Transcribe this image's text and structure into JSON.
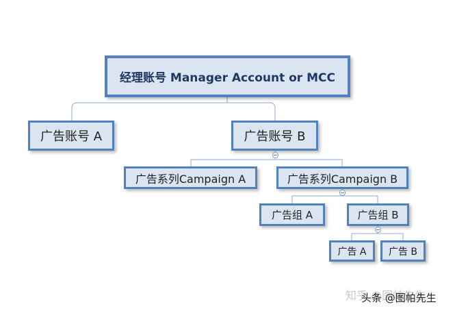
{
  "diagram": {
    "root": {
      "label": "经理账号 Manager Account or MCC"
    },
    "accounts": [
      {
        "label": "广告账号  A"
      },
      {
        "label": "广告账号  B"
      }
    ],
    "campaigns": [
      {
        "label": "广告系列Campaign A"
      },
      {
        "label": "广告系列Campaign B"
      }
    ],
    "ad_groups": [
      {
        "label": "广告组  A"
      },
      {
        "label": "广告组  B"
      }
    ],
    "ads": [
      {
        "label": "广告 A"
      },
      {
        "label": "广告 B"
      }
    ]
  },
  "watermark": {
    "text": "知乎 @图帕先生"
  },
  "credit": {
    "text": "头条 @图帕先生"
  },
  "colors": {
    "node_fill": "#dbe5f1",
    "node_border": "#4f81bd",
    "connector": "#8eaad3"
  }
}
